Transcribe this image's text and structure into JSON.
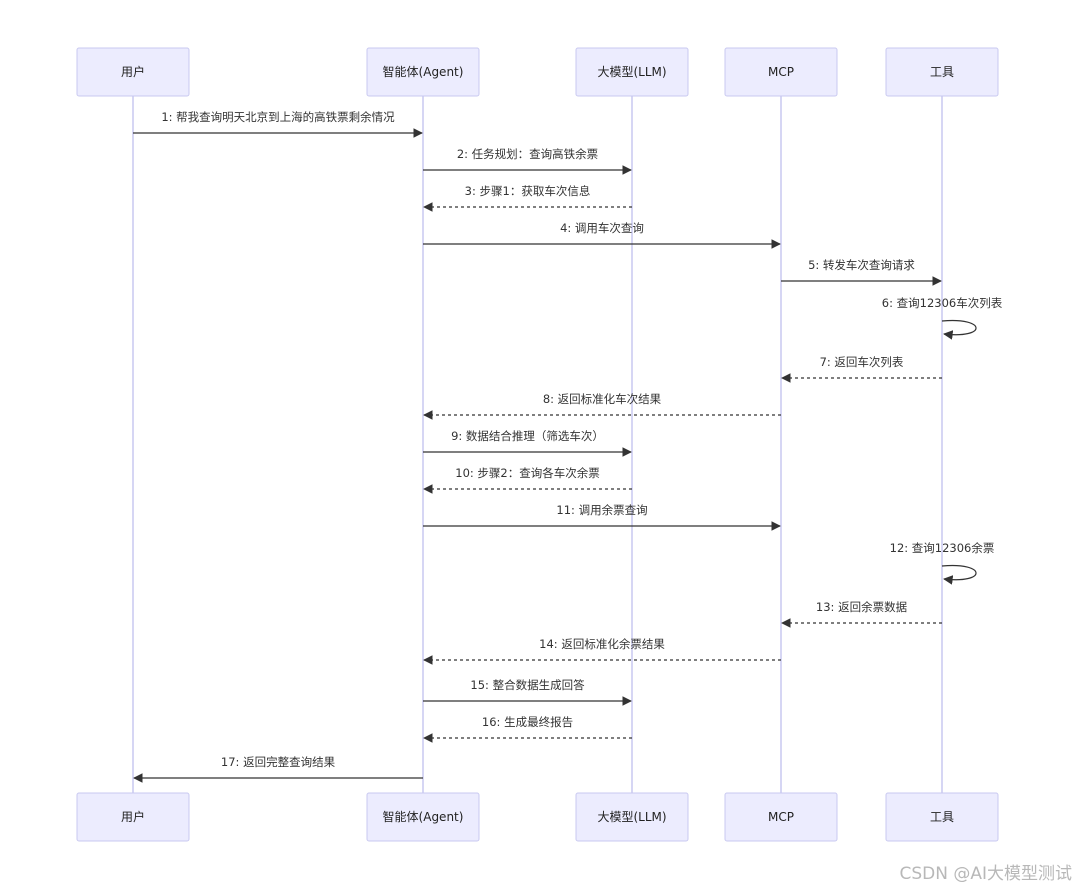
{
  "participants": [
    {
      "id": "user",
      "label": "用户"
    },
    {
      "id": "agent",
      "label": "智能体(Agent)"
    },
    {
      "id": "llm",
      "label": "大模型(LLM)"
    },
    {
      "id": "mcp",
      "label": "MCP"
    },
    {
      "id": "tool",
      "label": "工具"
    }
  ],
  "messages": [
    {
      "from": "user",
      "to": "agent",
      "label": "1: 帮我查询明天北京到上海的高铁票剩余情况",
      "dashed": false
    },
    {
      "from": "agent",
      "to": "llm",
      "label": "2: 任务规划：查询高铁余票",
      "dashed": false
    },
    {
      "from": "llm",
      "to": "agent",
      "label": "3: 步骤1：获取车次信息",
      "dashed": true
    },
    {
      "from": "agent",
      "to": "mcp",
      "label": "4: 调用车次查询",
      "dashed": false
    },
    {
      "from": "mcp",
      "to": "tool",
      "label": "5: 转发车次查询请求",
      "dashed": false
    },
    {
      "from": "tool",
      "to": "tool",
      "label": "6: 查询12306车次列表",
      "dashed": false
    },
    {
      "from": "tool",
      "to": "mcp",
      "label": "7: 返回车次列表",
      "dashed": true
    },
    {
      "from": "mcp",
      "to": "agent",
      "label": "8: 返回标准化车次结果",
      "dashed": true
    },
    {
      "from": "agent",
      "to": "llm",
      "label": "9: 数据结合推理（筛选车次）",
      "dashed": false
    },
    {
      "from": "llm",
      "to": "agent",
      "label": "10: 步骤2：查询各车次余票",
      "dashed": true
    },
    {
      "from": "agent",
      "to": "mcp",
      "label": "11: 调用余票查询",
      "dashed": false
    },
    {
      "from": "tool",
      "to": "tool",
      "label": "12: 查询12306余票",
      "dashed": false
    },
    {
      "from": "tool",
      "to": "mcp",
      "label": "13: 返回余票数据",
      "dashed": true
    },
    {
      "from": "mcp",
      "to": "agent",
      "label": "14: 返回标准化余票结果",
      "dashed": true
    },
    {
      "from": "agent",
      "to": "llm",
      "label": "15: 整合数据生成回答",
      "dashed": false
    },
    {
      "from": "llm",
      "to": "agent",
      "label": "16: 生成最终报告",
      "dashed": true
    },
    {
      "from": "agent",
      "to": "user",
      "label": "17: 返回完整查询结果",
      "dashed": false
    }
  ],
  "watermark": "CSDN @AI大模型测试",
  "colors": {
    "actor_fill": "#ececfe",
    "actor_stroke": "#c9c9f0",
    "lifeline": "#c8c8f0",
    "message": "#333333"
  }
}
